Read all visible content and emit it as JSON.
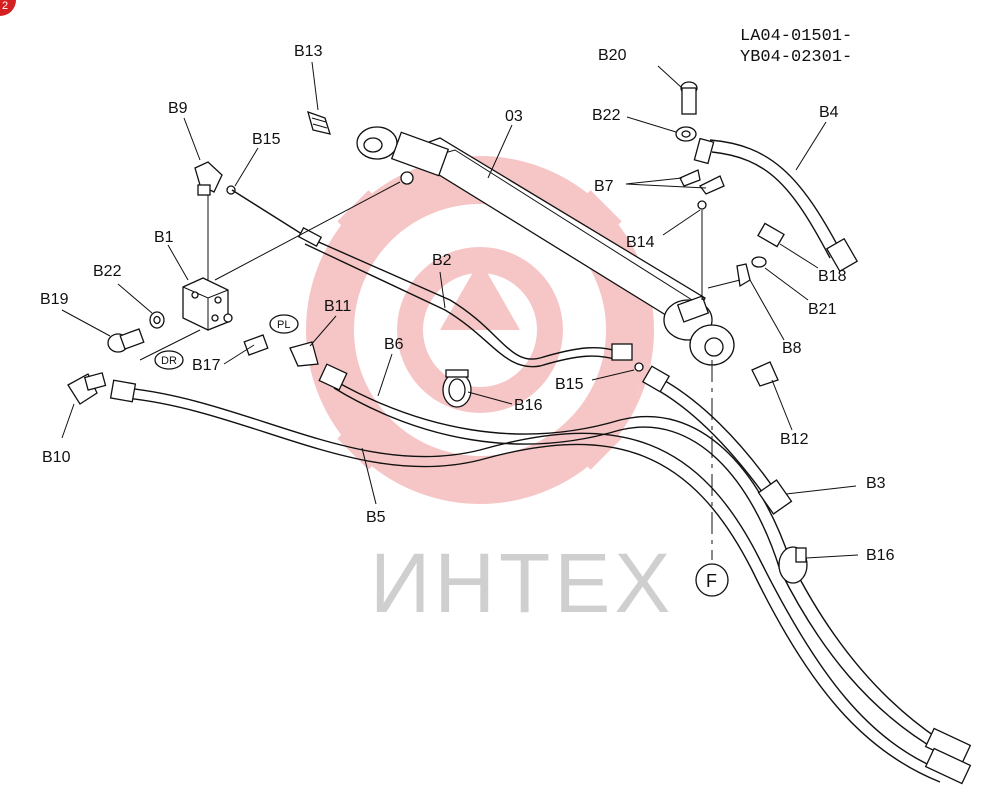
{
  "badge": "2",
  "serials": [
    "LA04-01501-",
    "YB04-02301-"
  ],
  "watermark": {
    "text": "ИНТЕХ",
    "logo": "gear-logo",
    "logo_color": "#f4b3b3",
    "text_color": "#cfcfcf"
  },
  "callouts": {
    "b13": "B13",
    "b9": "B9",
    "b15_top": "B15",
    "b1": "B1",
    "b22_left": "B22",
    "b19": "B19",
    "b17": "B17",
    "b10": "B10",
    "b11": "B11",
    "b2": "B2",
    "b6": "B6",
    "b5": "B5",
    "b16_mid": "B16",
    "b15_mid": "B15",
    "p03": "03",
    "b20": "B20",
    "b22_right": "B22",
    "b4": "B4",
    "b7": "B7",
    "b14": "B14",
    "b18": "B18",
    "b21": "B21",
    "b8": "B8",
    "b12": "B12",
    "b3": "B3",
    "b16_right": "B16",
    "f": "F"
  },
  "port_marks": {
    "pl": "PL",
    "dr": "DR"
  }
}
